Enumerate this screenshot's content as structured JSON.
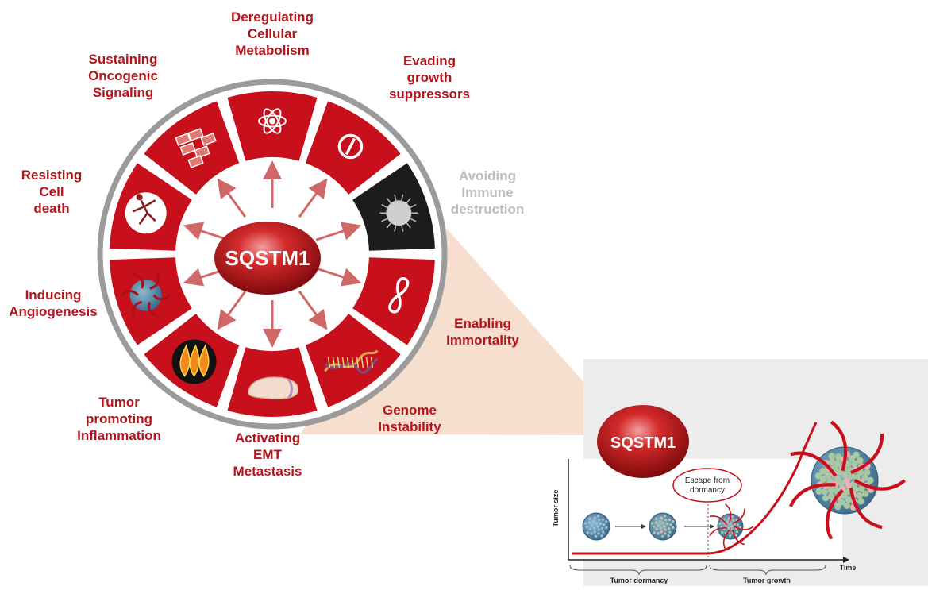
{
  "center_label": "SQSTM1",
  "zoom_label": "SQSTM1",
  "hallmarks": [
    {
      "text": "Deregulating\nCellular\nMetabolism",
      "icon": "atom-icon"
    },
    {
      "text": "Evading\ngrowth\nsuppressors",
      "icon": "prohibition-icon"
    },
    {
      "text": "Avoiding\nImmune\ndestruction",
      "icon": "immune-cell-icon",
      "muted": true
    },
    {
      "text": "Enabling\nImmortality",
      "icon": "infinity-icon"
    },
    {
      "text": "Genome\nInstability",
      "icon": "dna-icon"
    },
    {
      "text": "Activating\nEMT\nMetastasis",
      "icon": "tissue-icon"
    },
    {
      "text": "Tumor\npromoting\nInflammation",
      "icon": "flame-icon"
    },
    {
      "text": "Inducing\nAngiogenesis",
      "icon": "vascularized-tumor-icon"
    },
    {
      "text": "Resisting\nCell\ndeath",
      "icon": "skeleton-icon"
    },
    {
      "text": "Sustaining\nOncogenic\nSignaling",
      "icon": "bricks-icon"
    }
  ],
  "growth_plot": {
    "y_axis_label": "Tumor size",
    "x_axis_label": "Time",
    "callout": "Escape from\ndormancy",
    "phase_left": "Tumor dormancy",
    "phase_right": "Tumor growth"
  },
  "colors": {
    "red": "#c8101c",
    "dark_red": "#a80f17",
    "label_red": "#b4141c",
    "muted_label": "#bcbcbc",
    "ring_grey": "#9b9b9b",
    "cone": "#f6dfcf",
    "panel": "#ebebeb",
    "tumor_blue": "#5b8fb3"
  }
}
